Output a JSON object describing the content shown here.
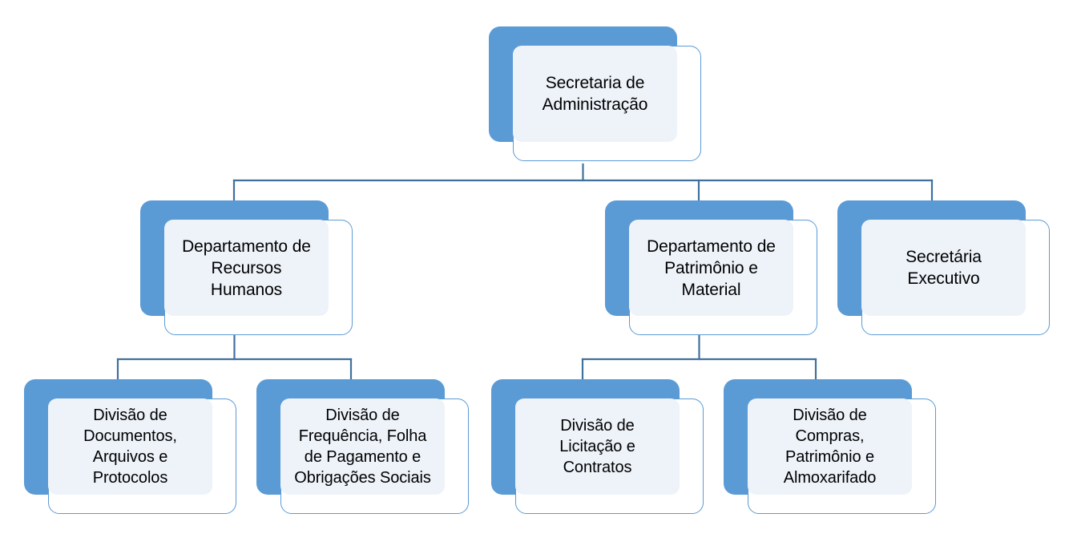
{
  "document": {
    "title": "Organograma - Secretaria de Administração",
    "language": "pt-BR"
  },
  "theme": {
    "node_fill_blue": "#5B9BD5",
    "node_plate_fill": "#EEF3FA",
    "node_card_fill": "#FFFFFF",
    "node_border": "#5B9BD5",
    "connector_color": "#41709C",
    "text_color": "#000000",
    "background": "#FFFFFF"
  },
  "chart_data": {
    "type": "diagram",
    "diagram_kind": "organizational-chart",
    "orientation": "top-down",
    "levels": 3,
    "node_count": 8,
    "nodes": [
      {
        "id": "root",
        "label": "Secretaria de\nAdministração",
        "level": 0,
        "parent": null,
        "children": [
          "rh",
          "patrimonio",
          "secretaria"
        ]
      },
      {
        "id": "rh",
        "label": "Departamento de\nRecursos\nHumanos",
        "level": 1,
        "parent": "root",
        "children": [
          "documentos",
          "frequencia"
        ]
      },
      {
        "id": "patrimonio",
        "label": "Departamento de\nPatrimônio e\nMaterial",
        "level": 1,
        "parent": "root",
        "children": [
          "licitacao",
          "compras"
        ]
      },
      {
        "id": "secretaria",
        "label": "Secretária\nExecutivo",
        "level": 1,
        "parent": "root",
        "children": []
      },
      {
        "id": "documentos",
        "label": "Divisão de\nDocumentos,\nArquivos e\nProtocolos",
        "level": 2,
        "parent": "rh",
        "children": []
      },
      {
        "id": "frequencia",
        "label": "Divisão de\nFrequência, Folha\nde Pagamento e\nObrigações Sociais",
        "level": 2,
        "parent": "rh",
        "children": []
      },
      {
        "id": "licitacao",
        "label": "Divisão de\nLicitação e\nContratos",
        "level": 2,
        "parent": "patrimonio",
        "children": []
      },
      {
        "id": "compras",
        "label": "Divisão de\nCompras,\nPatrimônio e\nAlmoxarifado",
        "level": 2,
        "parent": "patrimonio",
        "children": []
      }
    ],
    "edges": [
      {
        "from": "root",
        "to": "rh"
      },
      {
        "from": "root",
        "to": "patrimonio"
      },
      {
        "from": "root",
        "to": "secretaria"
      },
      {
        "from": "rh",
        "to": "documentos"
      },
      {
        "from": "rh",
        "to": "frequencia"
      },
      {
        "from": "patrimonio",
        "to": "licitacao"
      },
      {
        "from": "patrimonio",
        "to": "compras"
      }
    ]
  }
}
